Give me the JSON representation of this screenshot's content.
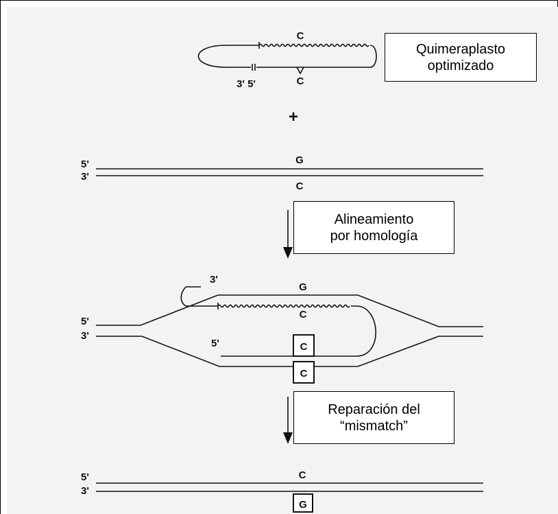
{
  "chimeraplast": {
    "top_base": "C",
    "bottom_base": "C",
    "end_label": "3' 5'"
  },
  "plus": "+",
  "target_duplex": {
    "top_5": "5'",
    "bottom_3": "3'",
    "top_base": "G",
    "bottom_base": "C"
  },
  "aligned": {
    "label_3": "3'",
    "top_base": "G",
    "chimera_base": "C",
    "top_5": "5'",
    "bottom_3": "3'",
    "inner_5": "5'",
    "mismatch_top": "C",
    "mismatch_bottom": "C"
  },
  "final_duplex": {
    "top_5": "5'",
    "bottom_3": "3'",
    "top_base": "C",
    "bottom_base": "G"
  },
  "boxes": {
    "chimeraplast": {
      "line1": "Quimeraplasto",
      "line2": "optimizado"
    },
    "alignment": {
      "line1": "Alineamiento",
      "line2": "por homología"
    },
    "repair": {
      "line1": "Reparación del",
      "line2": "“mismatch”"
    }
  }
}
